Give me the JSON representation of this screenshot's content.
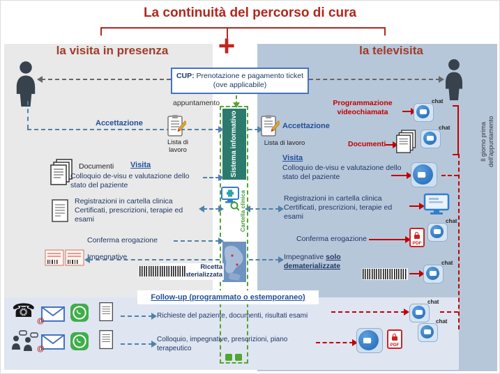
{
  "title": "La continuità del percorso di cura",
  "plus_sign": "+",
  "headers": {
    "left": "la visita in presenza",
    "right": "la televisita"
  },
  "cup": {
    "label": "CUP:",
    "text": " Prenotazione e pagamento ticket (ove applicabile)"
  },
  "appuntamento": "appuntamento",
  "center": {
    "sistema_informativo": "Sistema informativo",
    "cartella_clinica": "Cartella clinica",
    "ricetta_dematerializzata": "Ricetta dematerializzata"
  },
  "left_flow": {
    "accettazione": "Accettazione",
    "lista_di_lavoro": "Lista di lavoro",
    "documenti": "Documenti",
    "visita": "Visita",
    "colloquio": "Colloquio de-visu e valutazione dello stato del paziente",
    "registrazioni": "Registrazioni in cartella clinica Certificati, prescrizioni, terapie ed esami",
    "conferma_erogazione": "Conferma erogazione",
    "impegnative": "Impegnative"
  },
  "right_flow": {
    "programmazione_videochiamata": "Programmazione videochiamata",
    "accettazione": "Accettazione",
    "lista_di_lavoro": "Lista di lavoro",
    "documenti": "Documenti",
    "giorno_prima": "Il giorno prima dell'appuntamento",
    "visita": "Visita",
    "colloquio": "Colloquio de-visu e valutazione dello stato del paziente",
    "registrazioni": "Registrazioni in cartella clinica Certificati, prescrizioni, terapie ed esami",
    "conferma_erogazione": "Conferma erogazione",
    "impegnative_prefix": "Impegnative ",
    "impegnative_bold": "solo dematerializzate"
  },
  "followup": {
    "title": "Follow-up (programmato o estemporaneo)",
    "row1": "Richieste del paziente, documenti, risultati esami",
    "row2": "Colloquio, impegnative, prescrizioni, piano terapeutico"
  },
  "icons": {
    "chat": "chat",
    "pdf": "PDF"
  }
}
